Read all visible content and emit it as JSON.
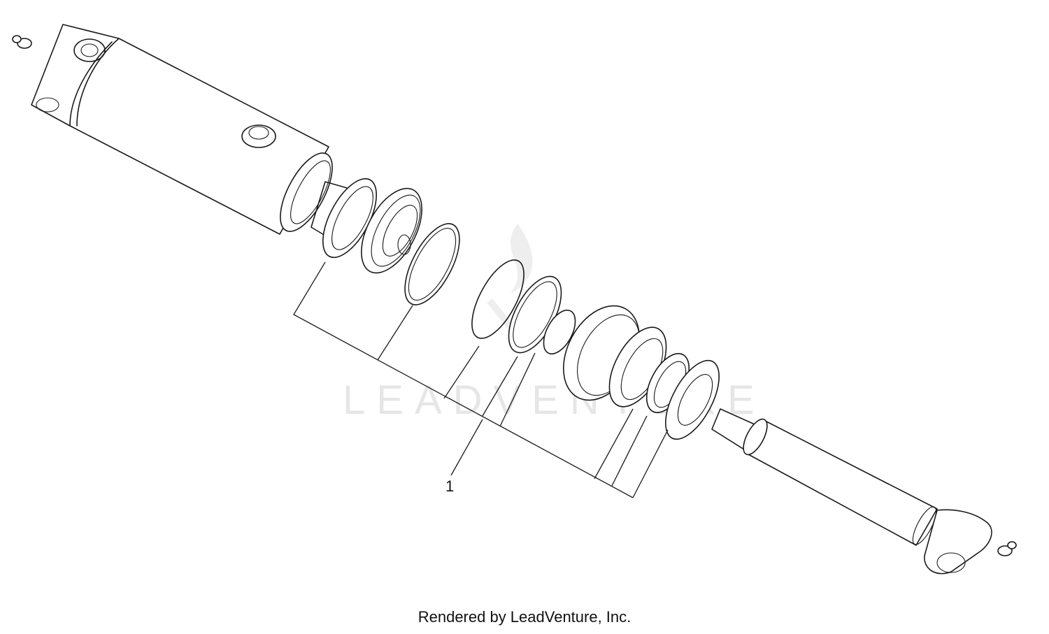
{
  "diagram": {
    "callouts": [
      {
        "label": "1"
      }
    ],
    "watermark": "LEADVENTURE",
    "credit": "Rendered by LeadVenture, Inc."
  }
}
